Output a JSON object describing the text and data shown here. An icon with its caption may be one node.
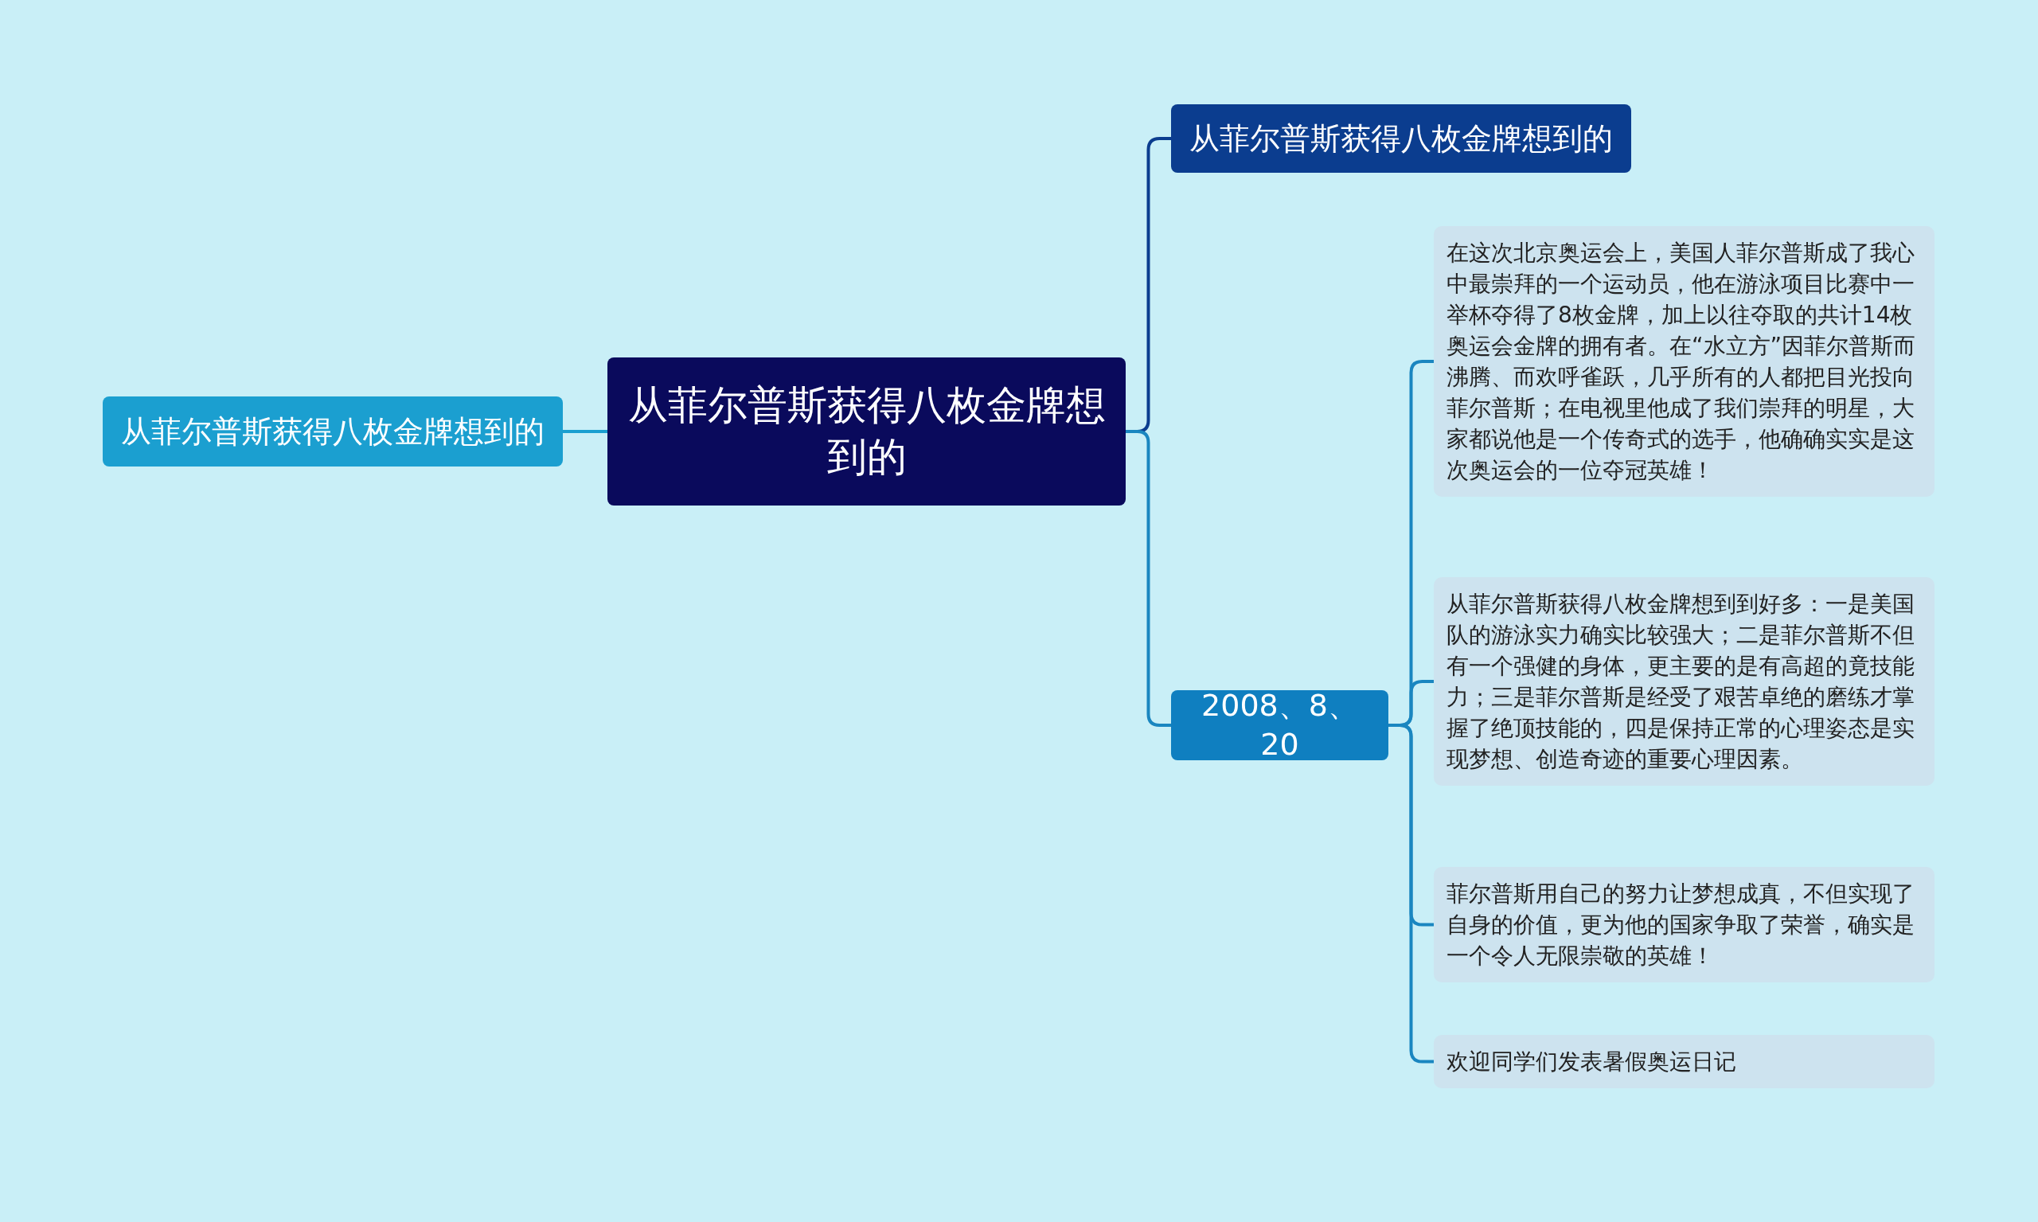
{
  "diagram": {
    "nodes": [
      {
        "text": [
          "从菲尔普斯获得八枚金牌想到的"
        ]
      },
      {
        "text": [
          "从菲尔普斯获得八枚金牌想到的"
        ]
      },
      {
        "text": [
          "从菲尔普斯获得八枚金牌想到的"
        ]
      },
      {
        "text": [
          "2008、8、20"
        ]
      },
      {
        "text": [
          "在这次北京奥运会上，美国人菲尔普斯成了我心中最崇拜的一个运动员，他在游泳项目比赛中一举杯夺得了8枚金牌，加上以往夺取的共计14枚奥运会金牌的拥有者。在“水立方”因菲尔普斯而沸腾、而欢呼雀跃，几乎所有的人都把目光投向菲尔普斯；在电视里他成了我们崇拜的明星，大家都说他是一个传奇式的选手，他确确实实是这次奥运会的一位夺冠英雄！"
        ]
      },
      {
        "text": [
          "从菲尔普斯获得八枚金牌想到到好多：一是美国队的游泳实力确实比较强大；二是菲尔普斯不但有一个强健的身体，更主要的是有高超的竟技能力；三是菲尔普斯是经受了艰苦卓绝的磨练才掌握了绝顶技能的，四是保持正常的心理姿态是实现梦想、创造奇迹的重要心理因素。"
        ]
      },
      {
        "text": [
          "菲尔普斯用自己的努力让梦想成真，不但实现了自身的价值，更为他的国家争取了荣誉，确实是一个令人无限崇敬的英雄！"
        ]
      },
      {
        "text": [
          "欢迎同学们发表暑假奥运日记"
        ]
      }
    ],
    "edges": [
      {
        "from": 0,
        "to": 1,
        "arrow": "none",
        "color": "#1a9fd0"
      },
      {
        "from": 0,
        "to": 2,
        "arrow": "none",
        "color": "#0b3d8f"
      },
      {
        "from": 0,
        "to": 3,
        "arrow": "none"
      },
      {
        "from": 3,
        "to": 4,
        "arrow": "none"
      },
      {
        "from": 3,
        "to": 5,
        "arrow": "none"
      },
      {
        "from": 3,
        "to": 6,
        "arrow": "none"
      },
      {
        "from": 3,
        "to": 7,
        "arrow": "none"
      }
    ]
  }
}
